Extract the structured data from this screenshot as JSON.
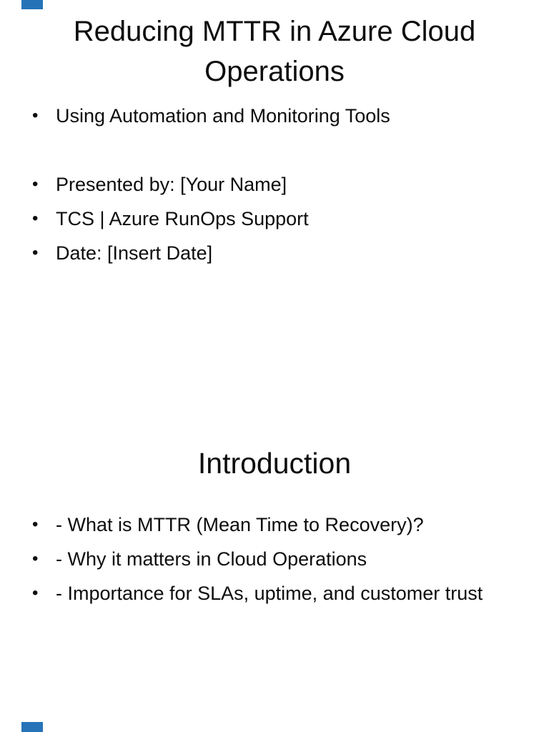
{
  "document": {
    "background": "#ffffff",
    "text_color": "#0d0d0d"
  },
  "bullet_glyph": "•",
  "decorations": {
    "accent_color": "#2673b8",
    "top_left_marker": "clipped-blue-block",
    "bottom_left_marker": "clipped-blue-block"
  },
  "slide_title_page": {
    "title_line1": "Reducing MTTR in Azure Cloud",
    "title_line2": "Operations",
    "subtitle_bullets": [
      "Using Automation and Monitoring Tools"
    ],
    "info_bullets": [
      "Presented by: [Your Name]",
      "TCS | Azure RunOps Support",
      "Date: [Insert Date]"
    ]
  },
  "slide_introduction": {
    "title": "Introduction",
    "bullets": [
      "- What is MTTR (Mean Time to Recovery)?",
      "- Why it matters in Cloud Operations",
      "- Importance for SLAs, uptime, and customer trust"
    ]
  }
}
